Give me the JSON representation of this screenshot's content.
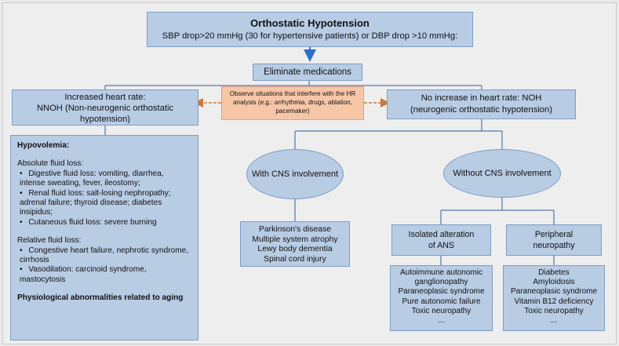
{
  "title": {
    "heading": "Orthostatic Hypotension",
    "criteria": "SBP drop>20 mmHg (30 for hypertensive patients) or DBP drop >10 mmHg:"
  },
  "eliminate": "Eliminate medications",
  "left_branch": {
    "line1": "Increased heart rate:",
    "line2": "NNOH (Non-neurogenic  orthostatic",
    "line3": "hypotension)"
  },
  "note": {
    "line1": "Observe situations that interfere with the HR",
    "line2": "analysis (e.g.: arrhythmia, drugs, ablation,",
    "line3": "pacemaker)"
  },
  "right_branch": {
    "line1": "No increase in heart rate: NOH",
    "line2": "(neurogenic orthostatic hypotension)"
  },
  "hypovolemia": {
    "heading": "Hypovolemia:",
    "absolute_heading": "Absolute fluid loss:",
    "absolute_items": [
      [
        "Digestive fluid loss: vomiting, diarrhea,",
        "intense sweating, fever, ileostomy;"
      ],
      [
        "Renal fluid loss: salt-losing nephropathy;",
        "adrenal failure; thyroid disease; diabetes",
        "insipidus;"
      ],
      [
        "Cutaneous fluid loss: severe burning"
      ]
    ],
    "relative_heading": "Relative fluid loss:",
    "relative_items": [
      [
        "Congestive heart failure, nephrotic syndrome,",
        "cirrhosis"
      ],
      [
        "Vasodilation: carcinoid syndrome,",
        "mastocytosis"
      ]
    ],
    "aging": "Physiological abnormalities related to aging"
  },
  "cns_with": "With CNS involvement",
  "cns_without": "Without CNS involvement",
  "cns_list": [
    "Parkinson's disease",
    "Multiple system atrophy",
    "Lewy body dementia",
    "Spinal cord injury"
  ],
  "ans_box": {
    "line1": "Isolated alteration",
    "line2": "of ANS"
  },
  "periph_box": {
    "line1": "Peripheral",
    "line2": "neuropathy"
  },
  "ans_list": [
    "Autoimmune autonomic",
    "ganglionopathy",
    "Paraneoplasic syndrome",
    "Pure autonomic failure",
    "Toxic neuropathy",
    "..."
  ],
  "periph_list": [
    "Diabetes",
    "Amyloidosis",
    "Paraneoplasic syndrome",
    "Vitamin B12 deficiency",
    "Toxic neuropathy",
    "..."
  ],
  "colors": {
    "box_fill": "#b8cce4",
    "box_border": "#7f9dc4",
    "note_fill": "#f7c6a7",
    "arrow_blue": "#2e6fc7",
    "dashed_orange": "#c9793a"
  }
}
